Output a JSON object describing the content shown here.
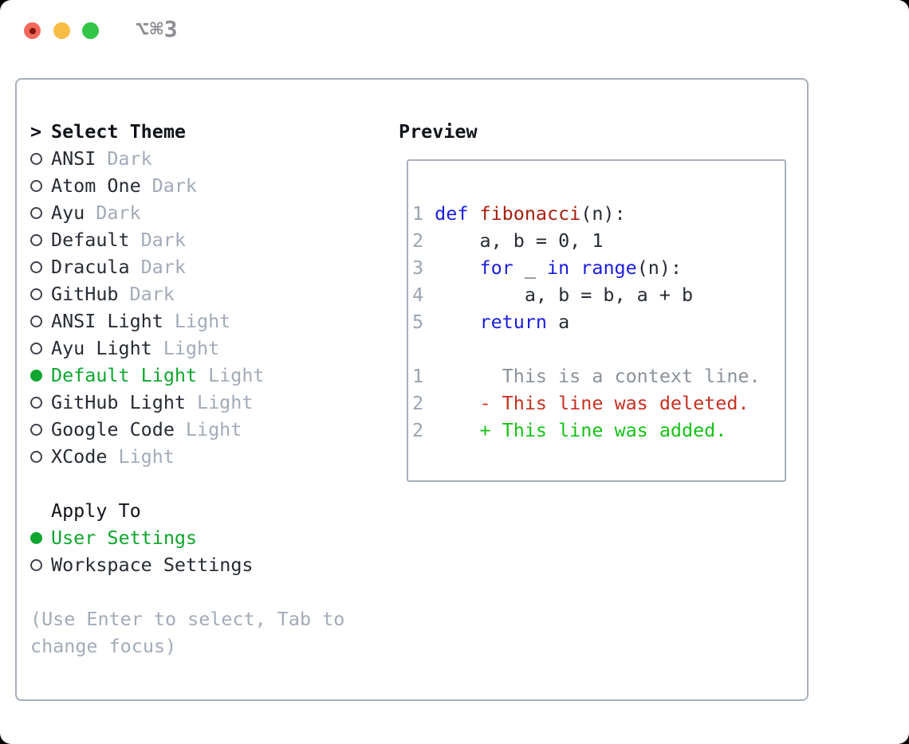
{
  "window": {
    "title": "⌥⌘3"
  },
  "colors": {
    "tl-close": "#f2685c",
    "tl-close-dot": "#7e150b",
    "tl-min": "#f7bd45",
    "tl-zoom": "#32c546",
    "title-gray": "#8e8e93",
    "border-gray": "#a8b0bb",
    "heading": "#101318",
    "text-dark": "#272c33",
    "muted": "#a3abb8",
    "circle-ring": "#3f444b",
    "accent-green": "#0fa62f",
    "added-green": "#16c216",
    "deleted-red": "#c63122",
    "keyword-blue": "#1c1ce0",
    "function-red": "#a81f10",
    "context-gray": "#8b929b",
    "line-number": "#9aa4b2"
  },
  "theme_selector": {
    "cursor": ">",
    "header": "Select Theme",
    "items": [
      {
        "label": "ANSI",
        "tag": "Dark",
        "selected": false
      },
      {
        "label": "Atom One",
        "tag": "Dark",
        "selected": false
      },
      {
        "label": "Ayu",
        "tag": "Dark",
        "selected": false
      },
      {
        "label": "Default",
        "tag": "Dark",
        "selected": false
      },
      {
        "label": "Dracula",
        "tag": "Dark",
        "selected": false
      },
      {
        "label": "GitHub",
        "tag": "Dark",
        "selected": false
      },
      {
        "label": "ANSI Light",
        "tag": "Light",
        "selected": false
      },
      {
        "label": "Ayu Light",
        "tag": "Light",
        "selected": false
      },
      {
        "label": "Default Light",
        "tag": "Light",
        "selected": true
      },
      {
        "label": "GitHub Light",
        "tag": "Light",
        "selected": false
      },
      {
        "label": "Google Code",
        "tag": "Light",
        "selected": false
      },
      {
        "label": "XCode",
        "tag": "Light",
        "selected": false
      }
    ]
  },
  "apply_to": {
    "header": "Apply To",
    "options": [
      {
        "label": "User Settings",
        "selected": true
      },
      {
        "label": "Workspace Settings",
        "selected": false
      }
    ]
  },
  "help_text": "(Use Enter to select, Tab to change focus)",
  "preview": {
    "header": "Preview",
    "lines": [
      {
        "n": "1",
        "parts": [
          [
            "kw",
            "def "
          ],
          [
            "fn",
            "fibonacci"
          ],
          [
            "pl",
            "(n):"
          ]
        ]
      },
      {
        "n": "2",
        "parts": [
          [
            "pl",
            "    a, b = 0, 1"
          ]
        ]
      },
      {
        "n": "3",
        "parts": [
          [
            "pl",
            "    "
          ],
          [
            "kw",
            "for"
          ],
          [
            "pl",
            " _ "
          ],
          [
            "kw",
            "in"
          ],
          [
            "pl",
            " "
          ],
          [
            "kw",
            "range"
          ],
          [
            "pl",
            "(n):"
          ]
        ]
      },
      {
        "n": "4",
        "parts": [
          [
            "pl",
            "        a, b = b, a + b"
          ]
        ]
      },
      {
        "n": "5",
        "parts": [
          [
            "pl",
            "    "
          ],
          [
            "kw",
            "return"
          ],
          [
            "pl",
            " a"
          ]
        ]
      },
      {
        "n": "",
        "parts": []
      },
      {
        "n": "1",
        "parts": [
          [
            "ctx",
            "      This is a context line."
          ]
        ]
      },
      {
        "n": "2",
        "parts": [
          [
            "del",
            "    - This line was deleted."
          ]
        ]
      },
      {
        "n": "2",
        "parts": [
          [
            "add",
            "    + This line was added."
          ]
        ]
      }
    ]
  }
}
